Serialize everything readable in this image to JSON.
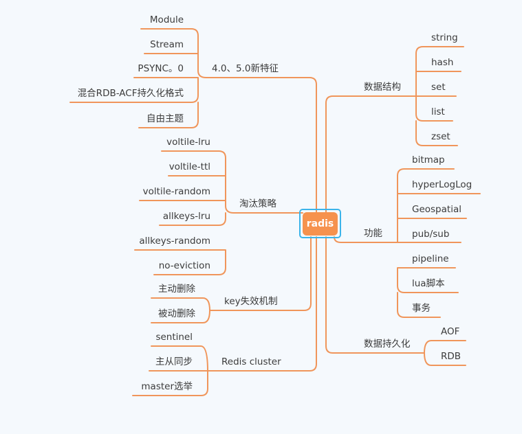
{
  "root": {
    "label": "radis",
    "color": "#f6924e",
    "outline_color": "#3bb4ea"
  },
  "link_color": "#f0955a",
  "left_branches": [
    {
      "label": "4.0、5.0新特征",
      "children": [
        "Module",
        "Stream",
        "PSYNC。0",
        "混合RDB-ACF持久化格式",
        "自由主题"
      ]
    },
    {
      "label": "淘汰策略",
      "children": [
        "voltile-lru",
        "voltile-ttl",
        "voltile-random",
        "allkeys-lru",
        "allkeys-random",
        "no-eviction"
      ]
    },
    {
      "label": "key失效机制",
      "children": [
        "主动删除",
        "被动删除"
      ]
    },
    {
      "label": "Redis cluster",
      "children": [
        "sentinel",
        "主从同步",
        "master选举"
      ]
    }
  ],
  "right_branches": [
    {
      "label": "数据结构",
      "children": [
        "string",
        "hash",
        "set",
        "list",
        "zset"
      ]
    },
    {
      "label": "功能",
      "children": [
        "bitmap",
        "hyperLogLog",
        "Geospatial",
        "pub/sub",
        "pipeline",
        "lua脚本",
        "事务"
      ]
    },
    {
      "label": "数据持久化",
      "children": [
        "AOF",
        "RDB"
      ]
    }
  ]
}
